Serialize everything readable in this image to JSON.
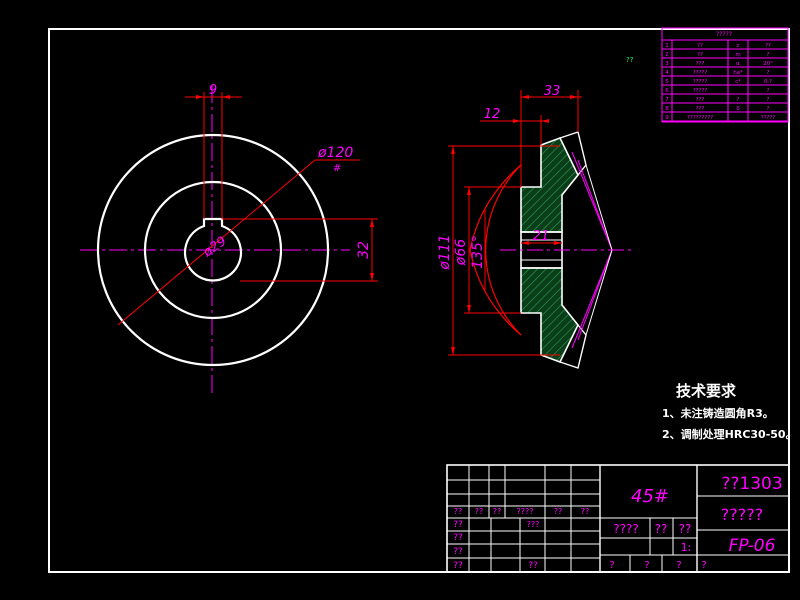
{
  "drawing": {
    "dimensions": {
      "keyway_width": "9",
      "outer_diameter": "ø120",
      "hub_bore": "ø29",
      "keyway_depth": "32",
      "face_width": "33",
      "hub_length": "12",
      "bore_length": "21",
      "d111": "ø111",
      "d66": "ø66",
      "angle": "135°",
      "note_mark": "#",
      "small_note": "??"
    },
    "tech_requirements": {
      "title": "技术要求",
      "items": [
        "1、未注铸造圆角R3。",
        "2、调制处理HRC30-50。"
      ]
    },
    "title_block": {
      "material": "45#",
      "drawing_number_top": "??1303",
      "part_name": "?????",
      "drawing_code": "FP-06",
      "scale_label": "1:",
      "small_cells": [
        "????",
        "??",
        "??"
      ],
      "left_labels": [
        "??",
        "??",
        "??",
        "??",
        "??"
      ],
      "row_labels": [
        "??",
        "??",
        "??",
        "????",
        "??",
        "??",
        "??"
      ],
      "center_label": "???",
      "bottom_marks": [
        "?",
        "?",
        "?",
        "?"
      ]
    },
    "params_table": {
      "header": "?????",
      "rows": [
        [
          "1",
          "??",
          "z",
          "??"
        ],
        [
          "2",
          "??",
          "m",
          "?"
        ],
        [
          "3",
          "???",
          "α",
          "20°"
        ],
        [
          "4",
          "?????",
          "ha*",
          "?"
        ],
        [
          "5",
          "?????",
          "c*",
          "0.?"
        ],
        [
          "6",
          "?????",
          "",
          "?"
        ],
        [
          "7",
          "???",
          "?",
          "?"
        ],
        [
          "8",
          "???",
          "δ",
          "?"
        ],
        [
          "9",
          "?????????",
          "",
          "?????"
        ]
      ]
    }
  }
}
